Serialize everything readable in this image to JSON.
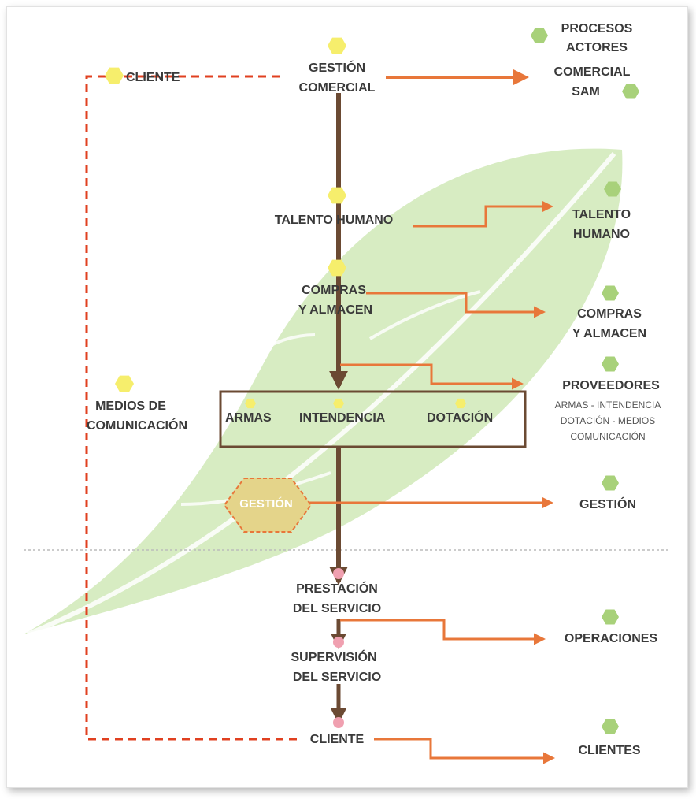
{
  "colors": {
    "arrow_orange": "#e8773a",
    "dashed_red": "#e04020",
    "trunk_brown": "#6b4a33",
    "yellow_hex": "#f6ee6c",
    "green_hex": "#a8d17a",
    "pink_dot": "#f0a0b0",
    "leaf_green": "#b7dc8f",
    "gestion_hex": "#e4d48a"
  },
  "header": {
    "line1": "PROCESOS",
    "line2": "ACTORES",
    "line3": "COMERCIAL",
    "line4": "SAM"
  },
  "left": {
    "cliente_top": "CLIENTE",
    "medios_line1": "MEDIOS DE",
    "medios_line2": "COMUNICACIÓN"
  },
  "center": {
    "gestion_comercial_1": "GESTIÓN",
    "gestion_comercial_2": "COMERCIAL",
    "talento_humano": "TALENTO HUMANO",
    "compras_1": "COMPRAS",
    "compras_2": "Y ALMACEN",
    "armas": "ARMAS",
    "intendencia": "INTENDENCIA",
    "dotacion": "DOTACIÓN",
    "gestion_hex": "GESTIÓN",
    "prestacion_1": "PRESTACIÓN",
    "prestacion_2": "DEL SERVICIO",
    "supervision_1": "SUPERVISIÓN",
    "supervision_2": "DEL SERVICIO",
    "cliente_bottom": "CLIENTE"
  },
  "right": {
    "talento_1": "TALENTO",
    "talento_2": "HUMANO",
    "compras_1": "COMPRAS",
    "compras_2": "Y ALMACEN",
    "proveedores": "PROVEEDORES",
    "prov_sub_1": "ARMAS - INTENDENCIA",
    "prov_sub_2": "DOTACIÓN - MEDIOS",
    "prov_sub_3": "COMUNICACIÓN",
    "gestion": "GESTIÓN",
    "operaciones": "OPERACIONES",
    "clientes": "CLIENTES"
  }
}
